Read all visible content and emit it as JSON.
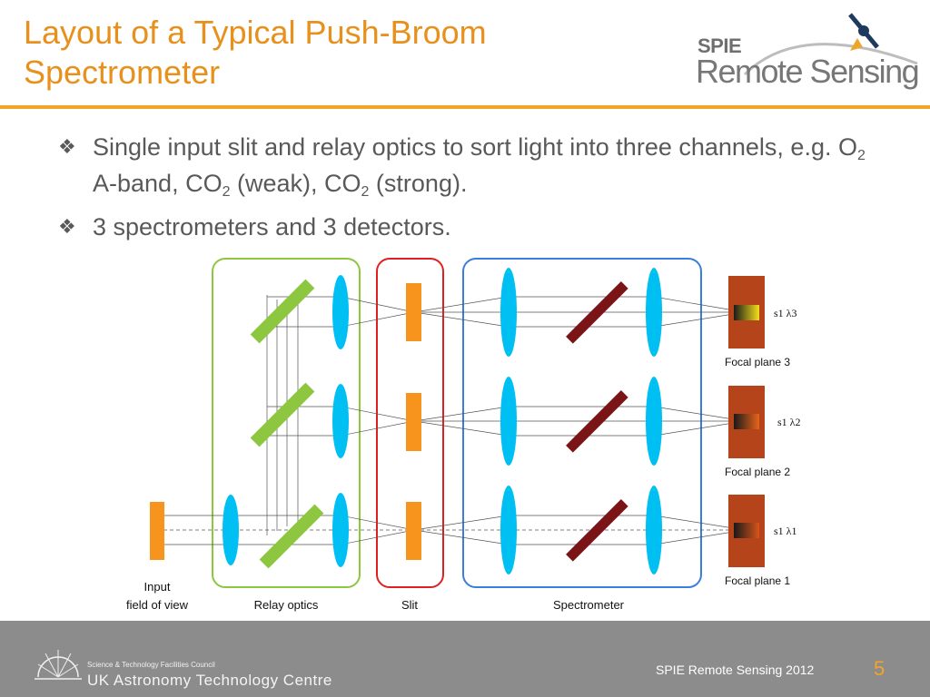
{
  "slide": {
    "title_line1": "Layout of a Typical Push-Broom",
    "title_line2": "Spectrometer",
    "bullets": [
      {
        "parts": [
          "Single input slit and relay optics to sort light into three channels, e.g. O",
          "2",
          " A-band, CO",
          "2",
          " (weak), CO",
          "2",
          " (strong)."
        ]
      },
      {
        "text": "3 spectrometers and 3 detectors."
      }
    ]
  },
  "logo": {
    "spie": "SPIE",
    "remote_sensing": "Remote Sensing"
  },
  "diagram": {
    "labels": {
      "input": [
        "Input",
        "field of view"
      ],
      "relay": "Relay optics",
      "slit": "Slit",
      "spectrometer": "Spectrometer"
    },
    "channels": [
      {
        "focal_plane": "Focal plane 3",
        "signal": "s1 λ3"
      },
      {
        "focal_plane": "Focal plane 2",
        "signal": "s1 λ2"
      },
      {
        "focal_plane": "Focal plane 1",
        "signal": "s1 λ1"
      }
    ],
    "colors": {
      "lens": "#00BFF3",
      "slit": "#F7941D",
      "mirror_relay": "#8DC63F",
      "mirror_spec": "#7B1416",
      "detector": "#B5441A",
      "relay_box": "#8DC63F",
      "slit_box": "#E02020",
      "spec_box": "#3B7DDD"
    }
  },
  "footer": {
    "org_small": "Science & Technology Facilities Council",
    "org_big": "UK Astronomy Technology Centre",
    "conference": "SPIE Remote Sensing 2012",
    "page": "5"
  }
}
